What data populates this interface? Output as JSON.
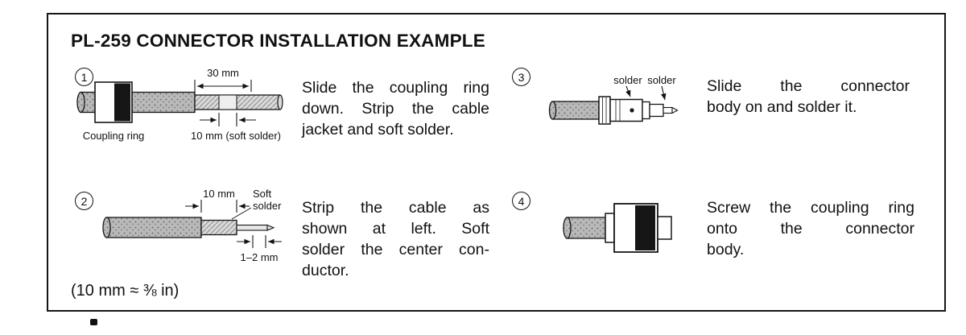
{
  "panel": {
    "title": "PL-259 CONNECTOR INSTALLATION EXAMPLE",
    "footnote": "(10 mm ≈ ⅜ in)"
  },
  "steps": [
    {
      "number": "1",
      "lines": [
        "Slide the coupling ring",
        "down. Strip the cable",
        "jacket and soft solder."
      ],
      "labels": {
        "dim_top": "30 mm",
        "dim_bottom": "10 mm (soft solder)",
        "coupling_ring": "Coupling ring"
      }
    },
    {
      "number": "2",
      "lines": [
        "Strip the cable as",
        "shown at left. Soft",
        "solder the center con-",
        "ductor."
      ],
      "labels": {
        "dim_top": "10 mm",
        "soft_line1": "Soft",
        "soft_line2": "solder",
        "dim_bottom": "1–2 mm"
      }
    },
    {
      "number": "3",
      "lines": [
        "Slide the connector",
        "body on and solder it."
      ],
      "labels": {
        "solder_left": "solder",
        "solder_right": "solder"
      }
    },
    {
      "number": "4",
      "lines": [
        "Screw the coupling ring",
        "onto the connector",
        "body."
      ]
    }
  ],
  "colors": {
    "ink": "#161616",
    "jacket_gray": "#b9b9b9",
    "braid_gray": "#d9d9d9"
  }
}
